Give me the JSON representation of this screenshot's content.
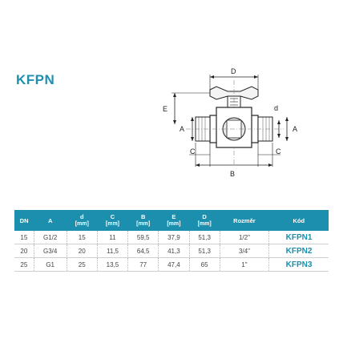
{
  "title": "KFPN",
  "drawing_labels": {
    "D": "D",
    "E": "E",
    "A_left": "A",
    "A_right": "A",
    "d": "d",
    "C_left": "C",
    "C_right": "C",
    "B": "B"
  },
  "table": {
    "headers": [
      {
        "label": "DN",
        "unit": ""
      },
      {
        "label": "A",
        "unit": ""
      },
      {
        "label": "d",
        "unit": "[mm]"
      },
      {
        "label": "C",
        "unit": "[mm]"
      },
      {
        "label": "B",
        "unit": "[mm]"
      },
      {
        "label": "E",
        "unit": "[mm]"
      },
      {
        "label": "D",
        "unit": "[mm]"
      },
      {
        "label": "Rozměr",
        "unit": ""
      },
      {
        "label": "Kód",
        "unit": ""
      }
    ],
    "rows": [
      [
        "15",
        "G1/2",
        "15",
        "11",
        "59,5",
        "37,9",
        "51,3",
        "1/2\"",
        "KFPN1"
      ],
      [
        "20",
        "G3/4",
        "20",
        "11,5",
        "64,5",
        "41,3",
        "51,3",
        "3/4\"",
        "KFPN2"
      ],
      [
        "25",
        "G1",
        "25",
        "13,5",
        "77",
        "47,4",
        "65",
        "1\"",
        "KFPN3"
      ]
    ]
  },
  "colors": {
    "accent": "#1c8fae"
  }
}
